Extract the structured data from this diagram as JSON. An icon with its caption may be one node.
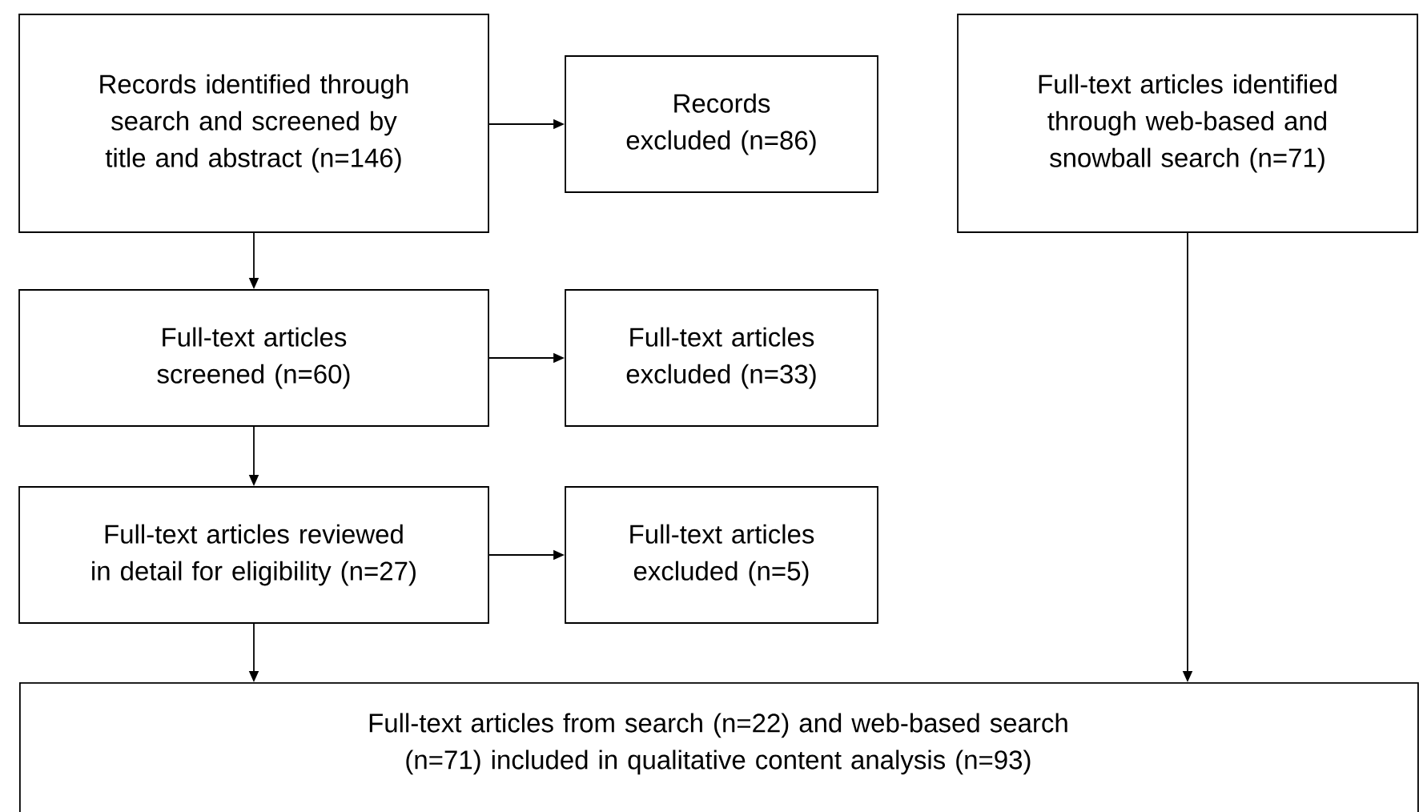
{
  "diagram": {
    "nodes": [
      {
        "text": [
          "Records identified through search and screened by title and abstract (n=146)"
        ]
      },
      {
        "text": [
          "Records excluded (n=86)"
        ]
      },
      {
        "text": [
          "Full-text articles identified through web-based and snowball search (n=71)"
        ]
      },
      {
        "text": [
          "Full-text articles screened (n=60)"
        ]
      },
      {
        "text": [
          "Full-text articles excluded (n=33)"
        ]
      },
      {
        "text": [
          "Full-text articles reviewed in detail for eligibility (n=27)"
        ]
      },
      {
        "text": [
          "Full-text articles excluded (n=5)"
        ]
      },
      {
        "text": [
          "Full-text articles from search (n=22) and web-based search (n=71) included in qualitative content analysis (n=93)"
        ]
      }
    ],
    "edges": [
      {
        "from": 0,
        "to": 1,
        "arrow": "to"
      },
      {
        "from": 0,
        "to": 3,
        "arrow": "to"
      },
      {
        "from": 3,
        "to": 4,
        "arrow": "to"
      },
      {
        "from": 3,
        "to": 5,
        "arrow": "to"
      },
      {
        "from": 5,
        "to": 6,
        "arrow": "to"
      },
      {
        "from": 5,
        "to": 7,
        "arrow": "to"
      },
      {
        "from": 2,
        "to": 7,
        "arrow": "to"
      }
    ]
  }
}
